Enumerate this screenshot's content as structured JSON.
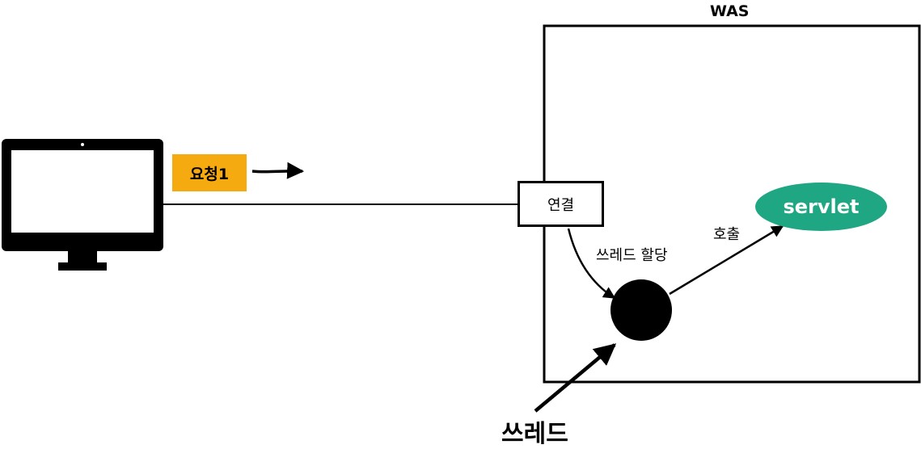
{
  "was": {
    "title": "WAS"
  },
  "request": {
    "label": "요청1",
    "color": "#f5aa0f"
  },
  "connection": {
    "label": "연결"
  },
  "servlet": {
    "label": "servlet",
    "color": "#1fa783"
  },
  "edges": {
    "assign_thread": "쓰레드 할당",
    "call": "호출"
  },
  "thread": {
    "label": "쓰레드"
  },
  "icons": {
    "client": "desktop-monitor-icon"
  }
}
